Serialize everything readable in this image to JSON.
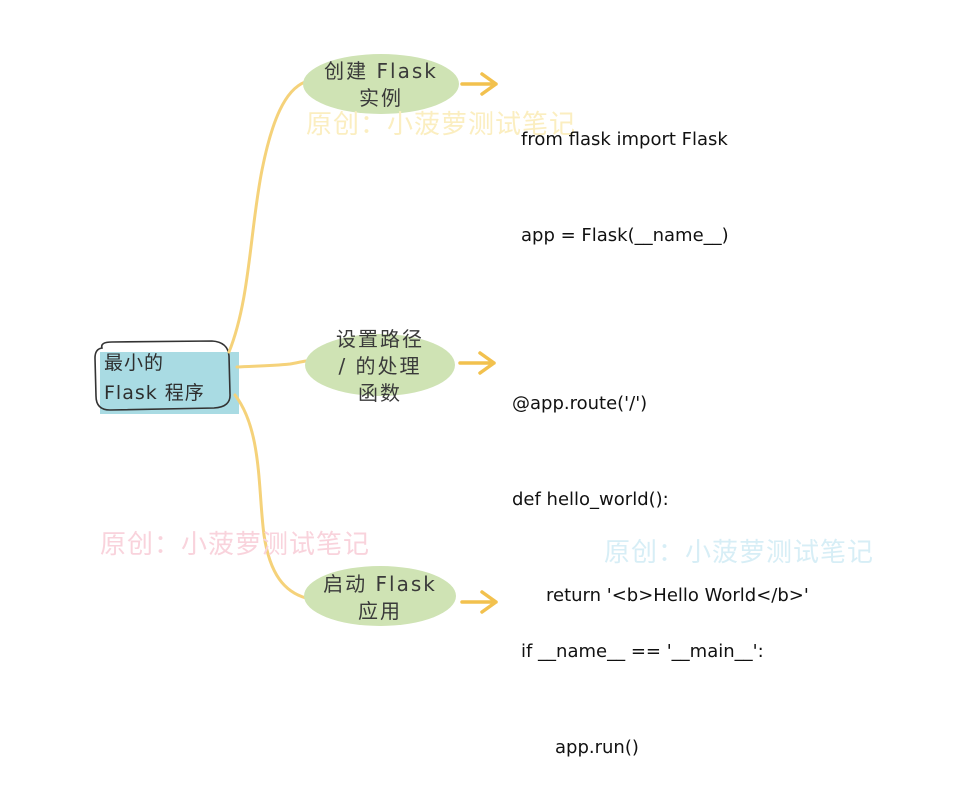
{
  "root": {
    "line1": "最小的",
    "line2": "Flask 程序"
  },
  "branches": [
    {
      "label_lines": [
        "创建 Flask",
        "实例"
      ],
      "code_lines": [
        "from flask import Flask",
        "app = Flask(__name__)"
      ]
    },
    {
      "label_lines": [
        "设置路径",
        "/ 的处理",
        "函数"
      ],
      "code_lines": [
        "@app.route('/')",
        "def hello_world():",
        "return '<b>Hello World</b>'"
      ]
    },
    {
      "label_lines": [
        "启动 Flask",
        "应用"
      ],
      "code_lines": [
        "if __name__ == '__main__':",
        "app.run()"
      ]
    }
  ],
  "watermark_text": "原创：小菠萝测试笔记",
  "colors": {
    "connector": "#f5d27a",
    "arrow": "#f2c14e",
    "node_fill": "#cfe3b4",
    "root_fill": "#a9dbe3",
    "root_outline": "#333333",
    "watermark_yellow": "#fbeec0",
    "watermark_pink": "#f9d3dc",
    "watermark_blue": "#d7eef6"
  }
}
